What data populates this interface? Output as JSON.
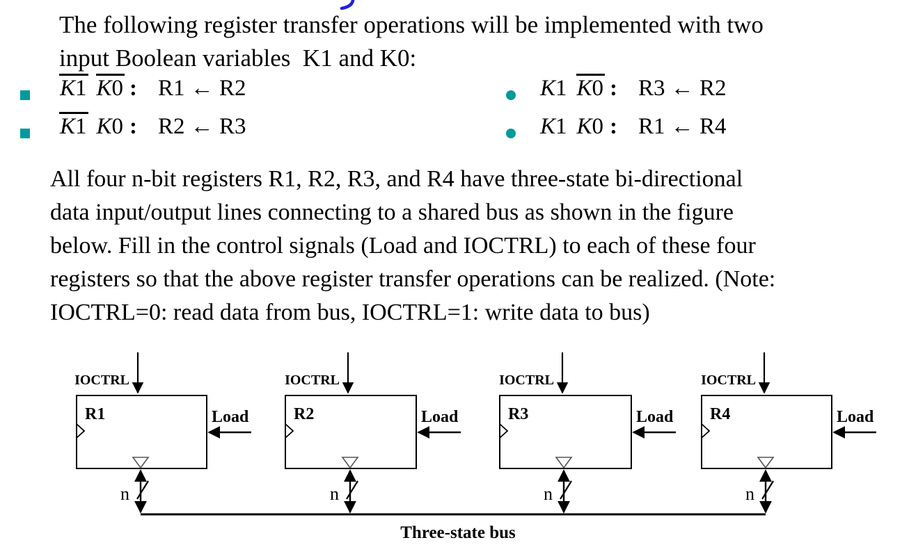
{
  "intro": {
    "line1": "The following register transfer operations will be implemented with two",
    "line2": "input Boolean variables  K1 and K0:"
  },
  "bullets": {
    "left": [
      {
        "terms": [
          {
            "k": "K",
            "digit": "1",
            "bar": true
          },
          {
            "k": "K",
            "digit": "0",
            "bar": true
          }
        ],
        "colon": ":",
        "rhs": "R1 ← R2"
      },
      {
        "terms": [
          {
            "k": "K",
            "digit": "1",
            "bar": true
          },
          {
            "k": "K",
            "digit": "0",
            "bar": false
          }
        ],
        "colon": ":",
        "rhs": "R2 ← R3"
      }
    ],
    "right": [
      {
        "terms": [
          {
            "k": "K",
            "digit": "1",
            "bar": false
          },
          {
            "k": "K",
            "digit": "0",
            "bar": true
          }
        ],
        "colon": ":",
        "rhs": "R3 ← R2"
      },
      {
        "terms": [
          {
            "k": "K",
            "digit": "1",
            "bar": false
          },
          {
            "k": "K",
            "digit": "0",
            "bar": false
          }
        ],
        "colon": ":",
        "rhs": "R1 ← R4"
      }
    ]
  },
  "paragraph": {
    "lines": [
      "All four n-bit registers R1, R2, R3, and R4 have three-state bi-directional",
      "data input/output lines connecting to a shared bus as shown in the figure",
      "below. Fill in the control signals (Load and IOCTRL) to each of these four",
      "registers so that the above register transfer operations can be realized. (Note:",
      "IOCTRL=0: read data from bus, IOCTRL=1: write data to bus)"
    ]
  },
  "diagram": {
    "registers": [
      {
        "name": "R1"
      },
      {
        "name": "R2"
      },
      {
        "name": "R3"
      },
      {
        "name": "R4"
      }
    ],
    "labels": {
      "ioctrl": "IOCTRL",
      "load": "Load",
      "bus_width": "n",
      "bus": "Three-state bus"
    }
  },
  "colors": {
    "bullet_teal": "#009a9a",
    "title_accent": "#2020dd",
    "ink": "#000000"
  }
}
